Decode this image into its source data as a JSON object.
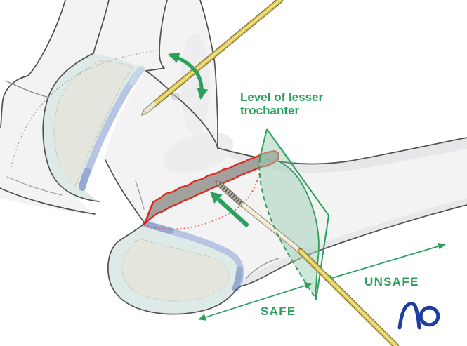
{
  "figure": {
    "annotations": {
      "level_of_lesser_trochanter": {
        "line1": "Level of lesser",
        "line2": "trochanter"
      },
      "safe_label": "SAFE",
      "unsafe_label": "UNSAFE"
    },
    "logo": {
      "text": "AO"
    },
    "colors": {
      "annotation_green": "#2BA05C",
      "fracture_red": "#DD2A1E",
      "fracture_hidden_red": "#E2604E",
      "plane_green": "#9ED0B3",
      "wire_gold": "#D8C257",
      "wire_gold_dark": "#77682A",
      "wire_gold_light": "#F3E78D",
      "wire_inside_bone": "#EFE8D0",
      "cartilage_teal": "#DEEAE8",
      "physis_blue": "#B6C5E2",
      "physis_blue_dark": "#95A9D2",
      "epiphysis_beige": "#E4E5DC",
      "bone_fill": "#F3F3F4",
      "bone_outline": "#515151",
      "logo_blue": "#1C3E9E"
    }
  }
}
